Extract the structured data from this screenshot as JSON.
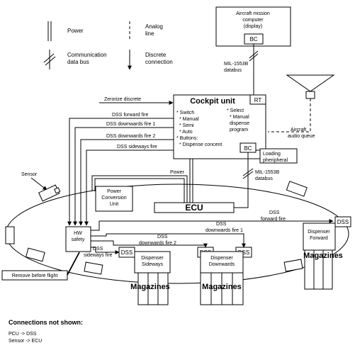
{
  "legend": {
    "power": "Power",
    "analog_line": [
      "Analog",
      "line"
    ],
    "comm_bus": [
      "Communication",
      "data bus"
    ],
    "discrete": [
      "Discrete",
      "connection"
    ]
  },
  "mission_computer": {
    "label": [
      "Aircraft mission",
      "computer",
      "(display)"
    ],
    "bc": "BC"
  },
  "mil_bus_top": [
    "MIL-1553B",
    "databus"
  ],
  "mil_bus_right": [
    "MIL-1553B",
    "databus"
  ],
  "cockpit": {
    "title": "Cockpit unit",
    "rt": "RT",
    "bc": "BC",
    "lines_left": [
      "* Switch",
      "  * Manual",
      "  * Semi",
      "  * Auto",
      "* Buttons:",
      "  * Dispense concent"
    ],
    "lines_right": [
      "* Select",
      "  * Manual",
      "  dispense",
      "  program"
    ]
  },
  "zerorize": "Zerorize discrete",
  "dss_signals": [
    "DSS forward fire",
    "DSS downwards fire 1",
    "DSS downwards fire 2",
    "DSS sideways fire"
  ],
  "aircraft_audio": [
    "Aircraft",
    "audio queue"
  ],
  "loading": [
    "Loading",
    "pheripheral"
  ],
  "power_label": "Power",
  "sensor": "Sensor",
  "pcu": [
    "Power",
    "Conversion",
    "Unit"
  ],
  "ecu": "ECU",
  "hw_safety": [
    "HW",
    "safety"
  ],
  "remove_before_flight": "Remove before flight",
  "inner_labels": {
    "dss_forward": [
      "DSS",
      "forward fire"
    ],
    "dss_down1": [
      "DSS",
      "downwards fire 1"
    ],
    "dss_down2": [
      "DSS",
      "downwards fire 2"
    ],
    "dss_side": [
      "DSS",
      "sideways fire"
    ]
  },
  "dss": "DSS",
  "dispenser_forward": [
    "Dispenser",
    "Forward"
  ],
  "dispenser_downwards": [
    "Dispenser",
    "Downwards"
  ],
  "dispenser_sideways": [
    "Dispenser",
    "Sideways"
  ],
  "magazines": "Magazines",
  "connections_not_shown": {
    "title": "Connections not shown:",
    "items": [
      "PCU -> DSS",
      "Sensor -> ECU"
    ]
  }
}
